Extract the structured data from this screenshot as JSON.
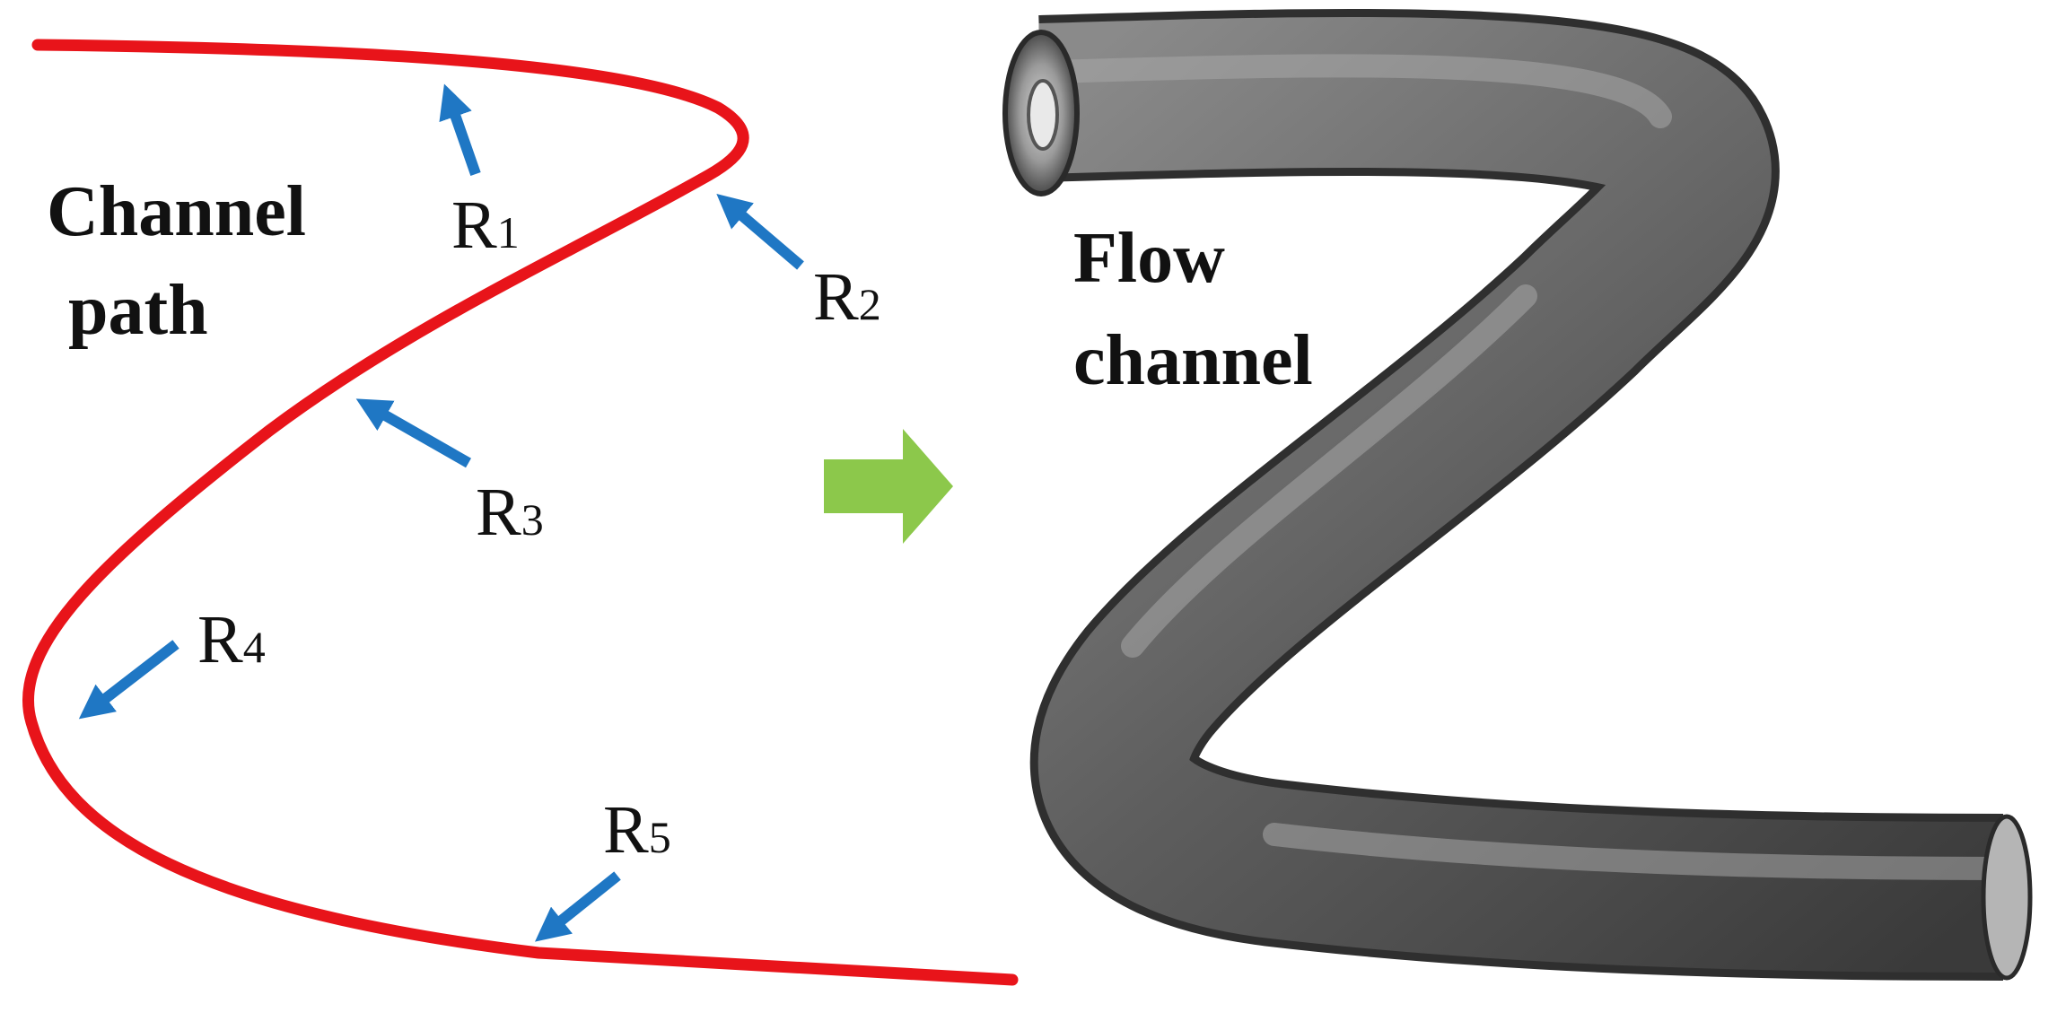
{
  "left_panel": {
    "label_line1": "Channel",
    "label_line2": "path",
    "path_color": "#e8141a",
    "arrow_color": "#1f77c4",
    "radii": [
      {
        "letter": "R",
        "sub": "1"
      },
      {
        "letter": "R",
        "sub": "2"
      },
      {
        "letter": "R",
        "sub": "3"
      },
      {
        "letter": "R",
        "sub": "4"
      },
      {
        "letter": "R",
        "sub": "5"
      }
    ]
  },
  "transition": {
    "icon": "right-arrow-icon",
    "color": "#8cc84b"
  },
  "right_panel": {
    "label_line1": "Flow",
    "label_line2": "channel",
    "tube_color": "#6b6b6b"
  }
}
